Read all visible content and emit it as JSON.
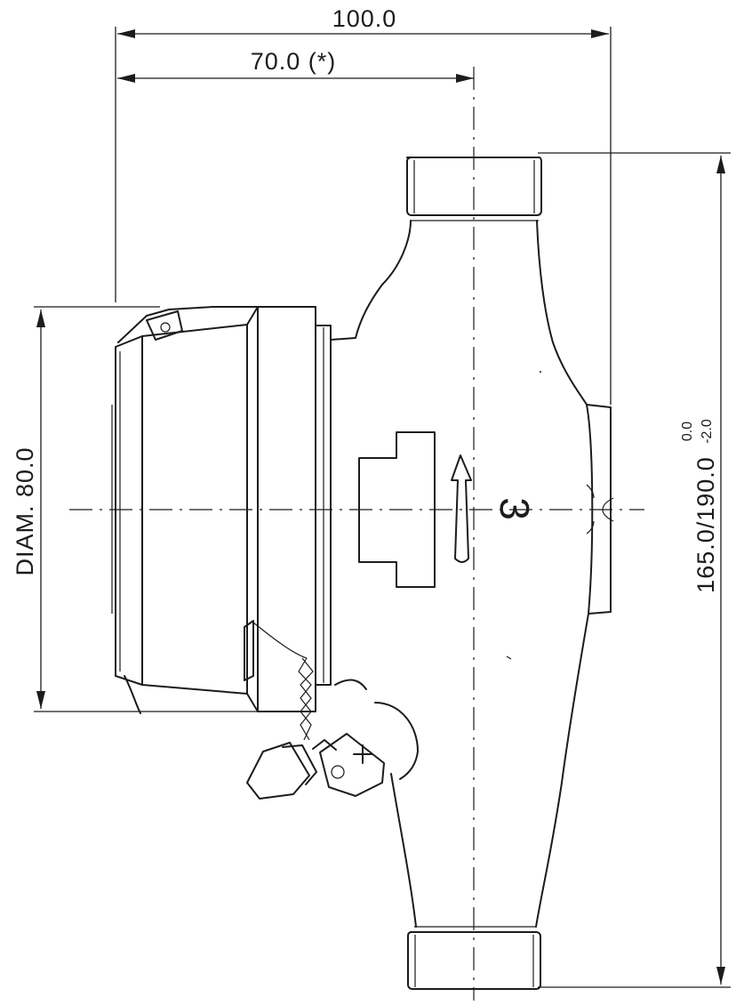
{
  "dimensions": {
    "overall_width": "100.0",
    "center_offset": "70.0 (*)",
    "register_diameter": "DIAM. 80.0",
    "length": "165.0/190.0",
    "length_tol_upper": "0.0",
    "length_tol_lower": "-2.0"
  },
  "body_marking": "3"
}
